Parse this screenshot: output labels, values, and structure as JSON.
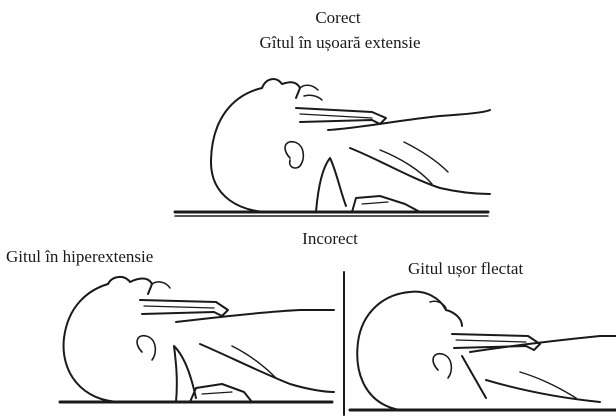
{
  "figure": {
    "correct_label": "Corect",
    "correct_description": "Gîtul în ușoară extensie",
    "incorrect_label": "Incorect",
    "hyperextension_label": "Gitul în hiperextensie",
    "slight_flexion_label": "Gitul ușor flectat"
  },
  "colors": {
    "ink": "#1a1a1a",
    "background": "#ffffff"
  },
  "illustrations": [
    "infant-head-neck-slight-extension",
    "infant-head-neck-hyperextension",
    "infant-head-neck-slight-flexion"
  ]
}
